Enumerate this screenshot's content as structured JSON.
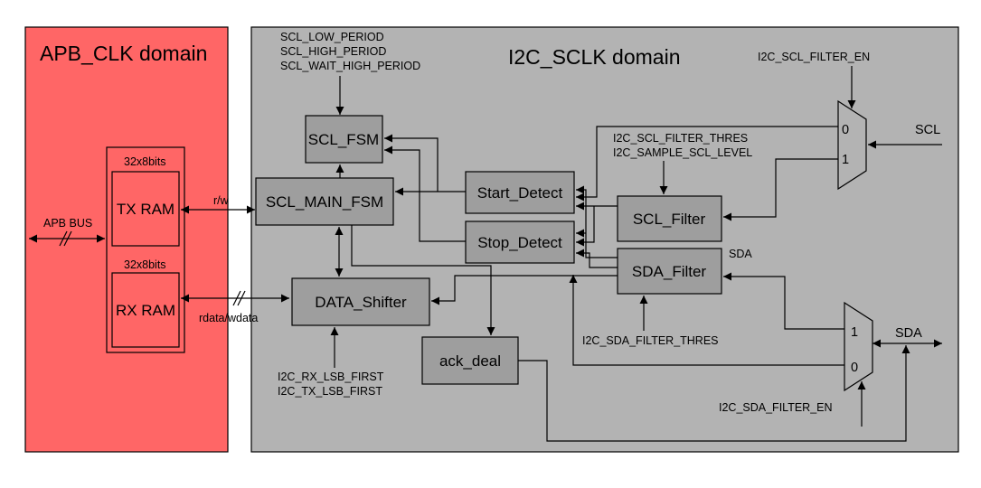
{
  "domains": {
    "apb": "APB_CLK domain",
    "sclk": "I2C_SCLK domain"
  },
  "ram": {
    "tx_size": "32x8bits",
    "tx_name": "TX RAM",
    "rx_size": "32x8bits",
    "rx_name": "RX RAM"
  },
  "blocks": {
    "scl_fsm": "SCL_FSM",
    "scl_main_fsm": "SCL_MAIN_FSM",
    "data_shifter": "DATA_Shifter",
    "ack_deal": "ack_deal",
    "start_detect": "Start_Detect",
    "stop_detect": "Stop_Detect",
    "scl_filter": "SCL_Filter",
    "sda_filter": "SDA_Filter"
  },
  "mux": {
    "scl_in0": "0",
    "scl_in1": "1",
    "sda_in1": "1",
    "sda_in0": "0"
  },
  "labels": {
    "apb_bus": "APB BUS",
    "rw": "r/w",
    "rdata_wdata": "rdata/wdata",
    "scl_low_period": "SCL_LOW_PERIOD",
    "scl_high_period": "SCL_HIGH_PERIOD",
    "scl_wait_high_period": "SCL_WAIT_HIGH_PERIOD",
    "rx_lsb_first": "I2C_RX_LSB_FIRST",
    "tx_lsb_first": "I2C_TX_LSB_FIRST",
    "scl_filter_thres": "I2C_SCL_FILTER_THRES",
    "sample_scl_level": "I2C_SAMPLE_SCL_LEVEL",
    "sda_filter_thres": "I2C_SDA_FILTER_THRES",
    "scl_filter_en": "I2C_SCL_FILTER_EN",
    "sda_filter_en": "I2C_SDA_FILTER_EN",
    "scl": "SCL",
    "sda_mid": "SDA",
    "sda_pin": "SDA"
  }
}
